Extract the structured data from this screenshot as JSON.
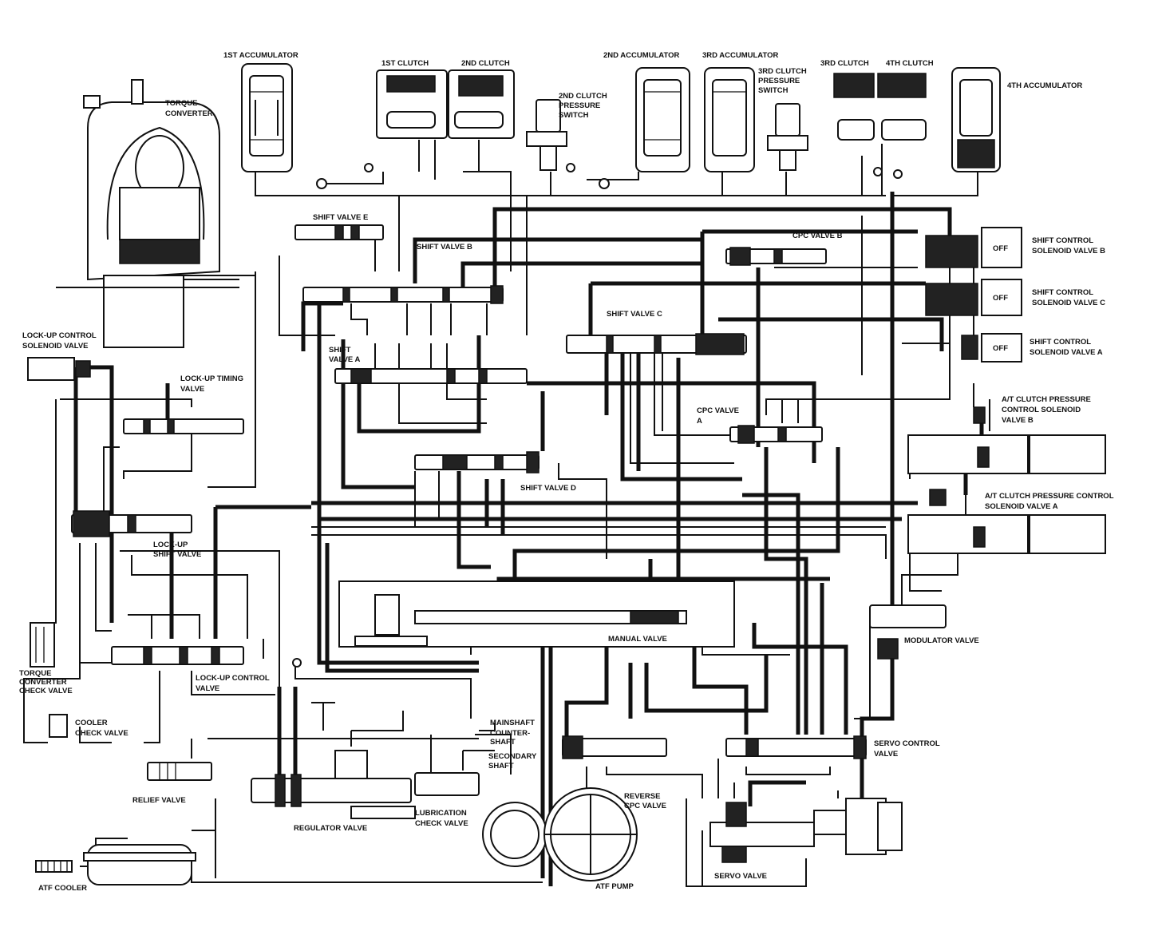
{
  "labels": {
    "first_accumulator": "1ST ACCUMULATOR",
    "first_clutch": "1ST CLUTCH",
    "second_clutch": "2ND CLUTCH",
    "second_accumulator": "2ND ACCUMULATOR",
    "third_accumulator": "3RD ACCUMULATOR",
    "third_clutch": "3RD CLUTCH",
    "fourth_clutch": "4TH CLUTCH",
    "fourth_accumulator": "4TH ACCUMULATOR",
    "torque_converter_1": "TORQUE",
    "torque_converter_2": "CONVERTER",
    "second_clutch_pressure_switch_1": "2ND CLUTCH",
    "second_clutch_pressure_switch_2": "PRESSURE",
    "second_clutch_pressure_switch_3": "SWITCH",
    "third_clutch_pressure_switch_1": "3RD CLUTCH",
    "third_clutch_pressure_switch_2": "PRESSURE",
    "third_clutch_pressure_switch_3": "SWITCH",
    "shift_valve_e": "SHIFT VALVE E",
    "shift_valve_b": "SHIFT VALVE B",
    "cpc_valve_b": "CPC VALVE B",
    "shift_control_solenoid_b_1": "SHIFT CONTROL",
    "shift_control_solenoid_b_2": "SOLENOID VALVE B",
    "shift_control_solenoid_c_1": "SHIFT CONTROL",
    "shift_control_solenoid_c_2": "SOLENOID VALVE C",
    "shift_control_solenoid_a_1": "SHIFT CONTROL",
    "shift_control_solenoid_a_2": "SOLENOID VALVE A",
    "shift_valve_c": "SHIFT VALVE C",
    "shift_valve_a_1": "SHIFT",
    "shift_valve_a_2": "VALVE A",
    "lockup_control_solenoid_1": "LOCK-UP CONTROL",
    "lockup_control_solenoid_2": "SOLENOID VALVE",
    "lockup_timing_valve_1": "LOCK-UP TIMING",
    "lockup_timing_valve_2": "VALVE",
    "cpc_valve_a_1": "CPC VALVE",
    "cpc_valve_a_2": "A",
    "at_clutch_pcs_b_1": "A/T CLUTCH PRESSURE",
    "at_clutch_pcs_b_2": "CONTROL SOLENOID",
    "at_clutch_pcs_b_3": "VALVE B",
    "shift_valve_d": "SHIFT VALVE D",
    "at_clutch_pcs_a_1": "A/T CLUTCH PRESSURE CONTROL",
    "at_clutch_pcs_a_2": "SOLENOID VALVE A",
    "lockup_shift_valve_1": "LOCK-UP",
    "lockup_shift_valve_2": "SHIFT VALVE",
    "manual_valve": "MANUAL VALVE",
    "modulator_valve": "MODULATOR VALVE",
    "torque_converter_check_1": "TORQUE",
    "torque_converter_check_2": "CONVERTER",
    "torque_converter_check_3": "CHECK VALVE",
    "lockup_control_valve_1": "LOCK-UP CONTROL",
    "lockup_control_valve_2": "VALVE",
    "cooler_check_1": "COOLER",
    "cooler_check_2": "CHECK VALVE",
    "mainshaft": "MAINSHAFT",
    "countershaft_1": "COUNTER-",
    "countershaft_2": "SHAFT",
    "secondary_shaft_1": "SECONDARY",
    "secondary_shaft_2": "SHAFT",
    "servo_control_1": "SERVO CONTROL",
    "servo_control_2": "VALVE",
    "relief_valve": "RELIEF VALVE",
    "reverse_cpc_1": "REVERSE",
    "reverse_cpc_2": "CPC VALVE",
    "lubrication_check_1": "LUBRICATION",
    "lubrication_check_2": "CHECK VALVE",
    "regulator_valve": "REGULATOR VALVE",
    "atf_cooler": "ATF COOLER",
    "atf_pump": "ATF PUMP",
    "servo_valve": "SERVO VALVE",
    "off": "OFF"
  }
}
